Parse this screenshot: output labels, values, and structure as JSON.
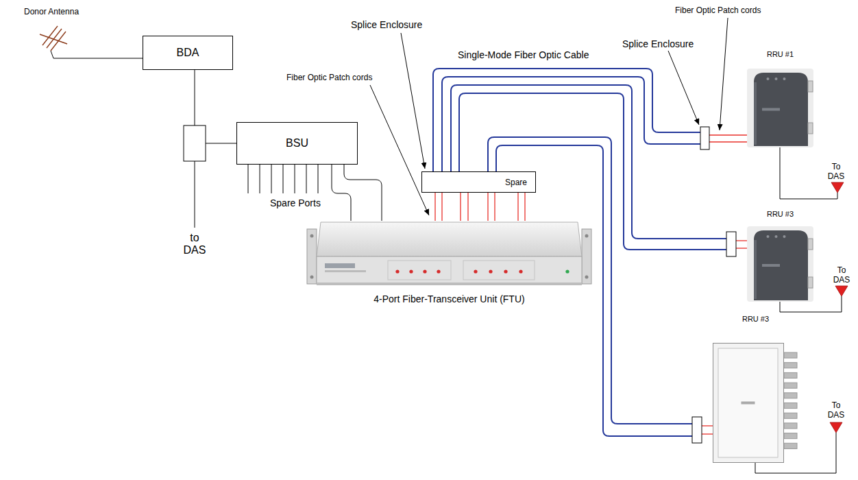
{
  "diagram": {
    "nodes": [
      {
        "text": [
          "BDA"
        ]
      },
      {
        "text": [
          "BSU"
        ]
      },
      {
        "text": [
          "4-Port Fiber-Transceiver Unit (FTU)"
        ]
      },
      {
        "text": [
          "Spare"
        ]
      },
      {
        "text": [
          "RRU #1"
        ]
      },
      {
        "text": [
          "RRU #3"
        ]
      },
      {
        "text": [
          "RRU #3"
        ]
      }
    ],
    "edges": [
      {
        "from": 0,
        "to": 1,
        "arrow": "none"
      },
      {
        "from": 1,
        "to": 2,
        "arrow": "none"
      },
      {
        "from": 2,
        "to": 3,
        "arrow": "none"
      },
      {
        "from": 3,
        "to": 4,
        "arrow": "none"
      },
      {
        "from": 3,
        "to": 5,
        "arrow": "none"
      },
      {
        "from": 3,
        "to": 6,
        "arrow": "none"
      }
    ],
    "labels": [
      "Donor Antenna",
      "Fiber Optic Patch cords",
      "Splice Enclosure",
      "Splice Enclosure",
      "Single-Mode Fiber Optic Cable",
      "Fiber Optic Patch cords",
      "Spare Ports",
      "to DAS",
      "To DAS",
      "To DAS",
      "To DAS"
    ]
  }
}
